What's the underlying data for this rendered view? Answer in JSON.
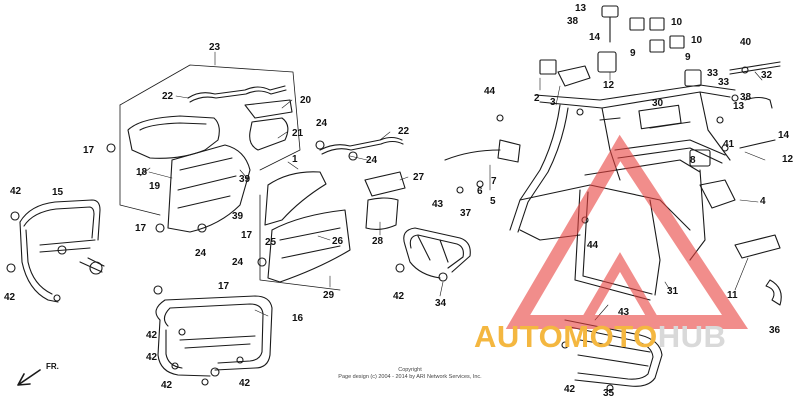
{
  "diagram": {
    "callouts": [
      "1",
      "2",
      "3",
      "4",
      "5",
      "6",
      "7",
      "8",
      "9",
      "10",
      "11",
      "12",
      "13",
      "14",
      "15",
      "16",
      "17",
      "18",
      "19",
      "20",
      "21",
      "22",
      "23",
      "24",
      "25",
      "26",
      "27",
      "28",
      "29",
      "30",
      "31",
      "32",
      "33",
      "34",
      "35",
      "36",
      "37",
      "38",
      "39",
      "40",
      "41",
      "42",
      "43",
      "44"
    ],
    "direction_label": "FR.",
    "copyright_line1": "Copyright",
    "copyright_line2": "Page design (c) 2004 - 2014 by ARI Network Services, Inc.",
    "watermark_part1": "AUTOMOTO",
    "watermark_part2": "HUB",
    "colors": {
      "line": "#1a1a1a",
      "watermark_red": "#e8423f",
      "watermark_orange": "#f4b740",
      "watermark_gray": "#d9d9d9"
    }
  }
}
